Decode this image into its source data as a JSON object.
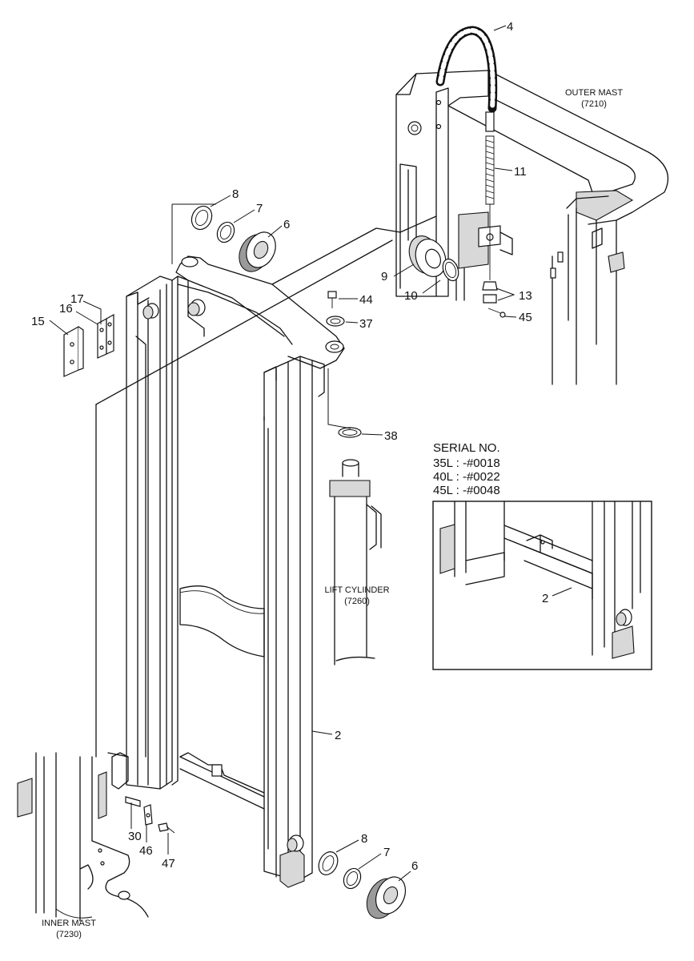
{
  "labels": {
    "outer_mast_title": "OUTER MAST",
    "outer_mast_code": "(7210)",
    "inner_mast_title": "INNER MAST",
    "inner_mast_code": "(7230)",
    "lift_cylinder_title": "LIFT CYLINDER",
    "lift_cylinder_code": "(7260)"
  },
  "serial": {
    "heading": "SERIAL NO.",
    "rows": [
      "35L : -#0018",
      "40L : -#0022",
      "45L : -#0048"
    ]
  },
  "callouts": {
    "c4": "4",
    "c11": "11",
    "c8a": "8",
    "c7a": "7",
    "c6a": "6",
    "c9": "9",
    "c10": "10",
    "c13": "13",
    "c45": "45",
    "c44": "44",
    "c37": "37",
    "c17": "17",
    "c16": "16",
    "c15": "15",
    "c38": "38",
    "c2": "2",
    "c2inset": "2",
    "c30": "30",
    "c46": "46",
    "c47": "47",
    "c8b": "8",
    "c7b": "7",
    "c6b": "6"
  }
}
